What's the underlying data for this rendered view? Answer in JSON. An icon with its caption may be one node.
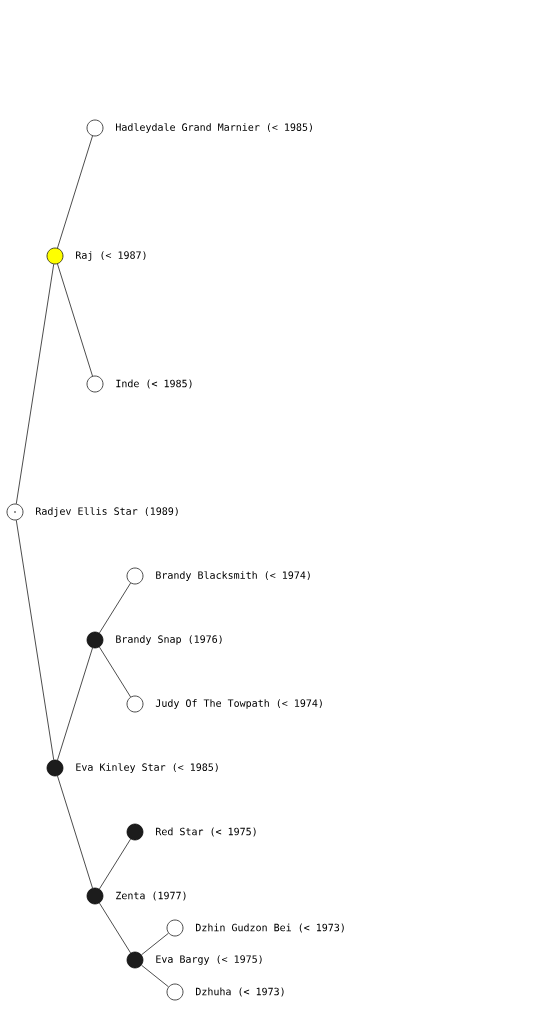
{
  "diagram": {
    "nodes": [
      {
        "text": [],
        "shape": "circle",
        "beside": [
          "Hadleydale Grand Marnier (< 1985)"
        ]
      },
      {
        "text": [],
        "shape": "circle",
        "beside": [
          "Raj (< 1987)"
        ]
      },
      {
        "text": [],
        "shape": "circle",
        "beside": [
          "Inde (< 1985)"
        ]
      },
      {
        "text": [],
        "shape": "circle",
        "beside": [
          "Radjev Ellis Star (1989)"
        ]
      },
      {
        "text": [],
        "shape": "circle",
        "beside": [
          "Brandy Blacksmith (< 1974)"
        ]
      },
      {
        "text": [],
        "shape": "circle",
        "beside": [
          "Brandy Snap (1976)"
        ]
      },
      {
        "text": [],
        "shape": "circle",
        "beside": [
          "Judy Of The Towpath (< 1974)"
        ]
      },
      {
        "text": [],
        "shape": "circle",
        "beside": [
          "Eva Kinley Star (< 1985)"
        ]
      },
      {
        "text": [],
        "shape": "circle",
        "beside": [
          "Red Star (< 1975)"
        ]
      },
      {
        "text": [],
        "shape": "circle",
        "beside": [
          "Zenta (1977)"
        ]
      },
      {
        "text": [],
        "shape": "circle",
        "beside": [
          "Dzhin Gudzon Bei (< 1973)"
        ]
      },
      {
        "text": [],
        "shape": "circle",
        "beside": [
          "Eva Bargy (< 1975)"
        ]
      },
      {
        "text": [],
        "shape": "circle",
        "beside": [
          "Dzhuha (< 1973)"
        ]
      }
    ],
    "edges": [
      {
        "from": 1,
        "to": 0,
        "arrow": "none"
      },
      {
        "from": 1,
        "to": 2,
        "arrow": "none"
      },
      {
        "from": 3,
        "to": 1,
        "arrow": "none"
      },
      {
        "from": 3,
        "to": 7,
        "arrow": "none"
      },
      {
        "from": 7,
        "to": 5,
        "arrow": "none"
      },
      {
        "from": 5,
        "to": 4,
        "arrow": "none"
      },
      {
        "from": 5,
        "to": 6,
        "arrow": "none"
      },
      {
        "from": 7,
        "to": 9,
        "arrow": "none"
      },
      {
        "from": 9,
        "to": 8,
        "arrow": "none"
      },
      {
        "from": 9,
        "to": 11,
        "arrow": "none"
      },
      {
        "from": 11,
        "to": 10,
        "arrow": "none"
      },
      {
        "from": 11,
        "to": 12,
        "arrow": "none"
      }
    ]
  }
}
